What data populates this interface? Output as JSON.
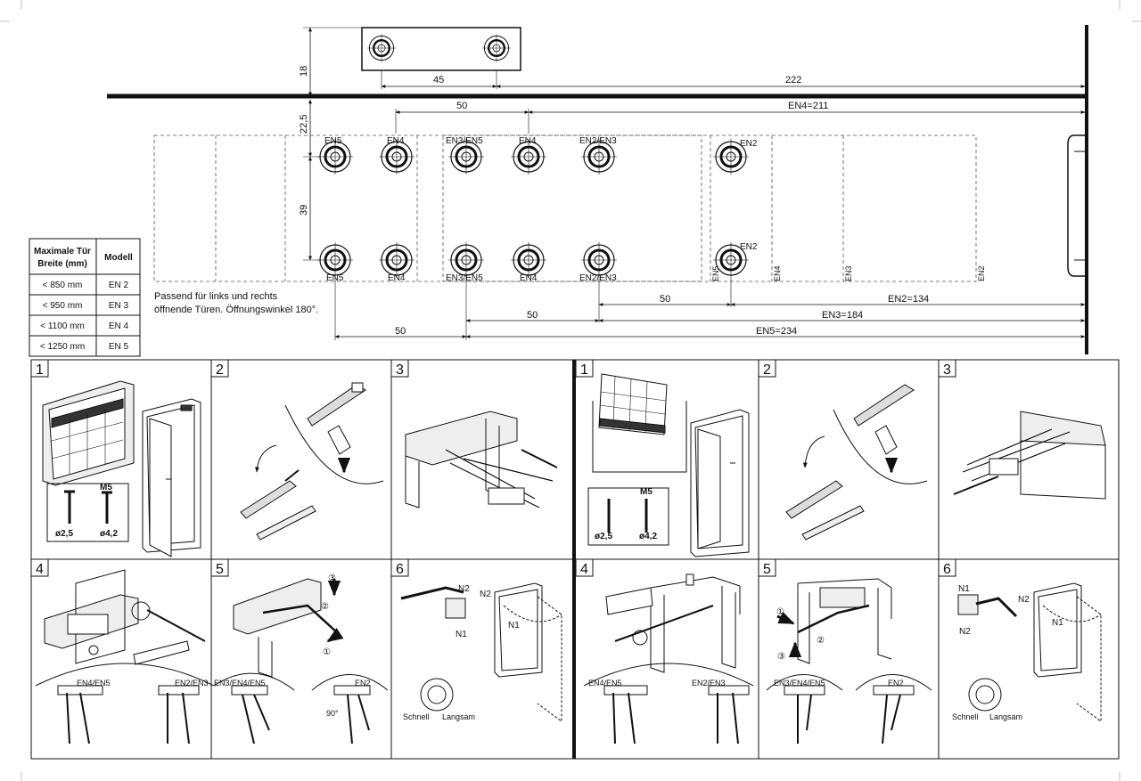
{
  "template": {
    "dims": {
      "h18": "18",
      "d45": "45",
      "d222": "222",
      "d50_top": "50",
      "en4_211": "EN4=211",
      "h22_5": "22,5",
      "h39": "39",
      "d50_a": "50",
      "en2_134": "EN2=134",
      "d50_b": "50",
      "en3_184": "EN3=184",
      "d50_c": "50",
      "en5_234": "EN5=234"
    },
    "top_hole_labels": [
      "EN5",
      "EN4",
      "EN3/EN5",
      "EN4",
      "EN2/EN3",
      "EN2"
    ],
    "bottom_hole_labels": [
      "EN5",
      "EN4",
      "EN3/EN5",
      "EN4",
      "EN2/EN3",
      "EN2"
    ],
    "mid_label_en2": "EN2",
    "vertical_labels": [
      "EN5",
      "EN4",
      "EN3",
      "EN2"
    ],
    "note_line1": "Passend für links und rechts",
    "note_line2": "öffnende Türen. Öffnungswinkel 180°."
  },
  "table": {
    "header_width": [
      "Maximale Tür",
      "Breite (mm)"
    ],
    "header_model": "Modell",
    "rows": [
      {
        "width": "< 850 mm",
        "model": "EN 2"
      },
      {
        "width": "< 950 mm",
        "model": "EN 3"
      },
      {
        "width": "< 1100 mm",
        "model": "EN 4"
      },
      {
        "width": "< 1250 mm",
        "model": "EN 5"
      }
    ]
  },
  "panels": {
    "numbers": [
      "1",
      "2",
      "3",
      "4",
      "5",
      "6",
      "1",
      "2",
      "3",
      "4",
      "5",
      "6"
    ],
    "screw_m5": "M5",
    "screw_d25": "ø2,5",
    "screw_d42": "ø4,2",
    "en4_en5": "EN4/EN5",
    "en2_en3": "EN2/EN3",
    "en3_en4_en5": "EN3/EN4/EN5",
    "en2": "EN2",
    "step1": "①",
    "step2": "②",
    "step3": "③",
    "angle90": "90°",
    "n1": "N1",
    "n2": "N2",
    "schnell": "Schnell",
    "langsam": "Langsam"
  }
}
